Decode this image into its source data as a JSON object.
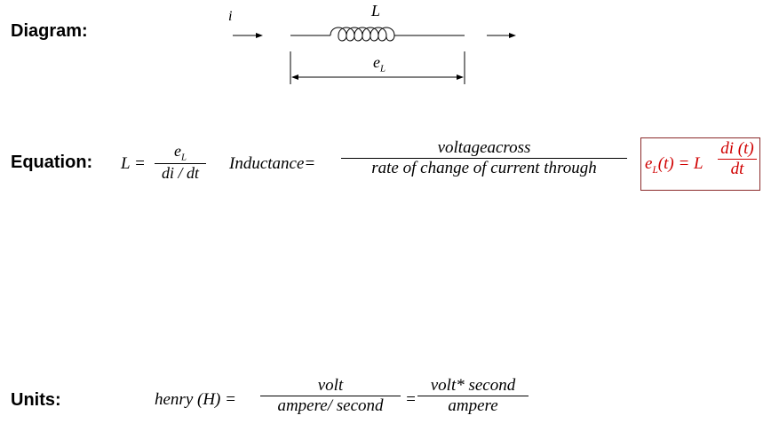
{
  "headings": {
    "diagram": "Diagram:",
    "equation": "Equation:",
    "units": "Units:"
  },
  "diagram": {
    "current_label": "i",
    "inductor_label": "L",
    "voltage_label": "e",
    "voltage_sub": "L"
  },
  "equation": {
    "lhs": "L =",
    "frac1_num": "e",
    "frac1_num_sub": "L",
    "frac1_den": "di / dt",
    "inductance_label": "Inductance=",
    "frac2_num": "voltageacross",
    "frac2_den": "rate of  change of  current through",
    "boxed_lhs": "e",
    "boxed_lhs_sub": "L",
    "boxed_lhs_rest": "(t) = L",
    "boxed_num": "di (t)",
    "boxed_den": "dt"
  },
  "units": {
    "lhs": "henry (H) =",
    "frac1_num": "volt",
    "frac1_den": "ampere/ second",
    "equals": "=",
    "frac2_num": "volt* second",
    "frac2_den": "ampere"
  },
  "colors": {
    "highlight": "#d00000",
    "box_border": "#8b2a2a"
  }
}
